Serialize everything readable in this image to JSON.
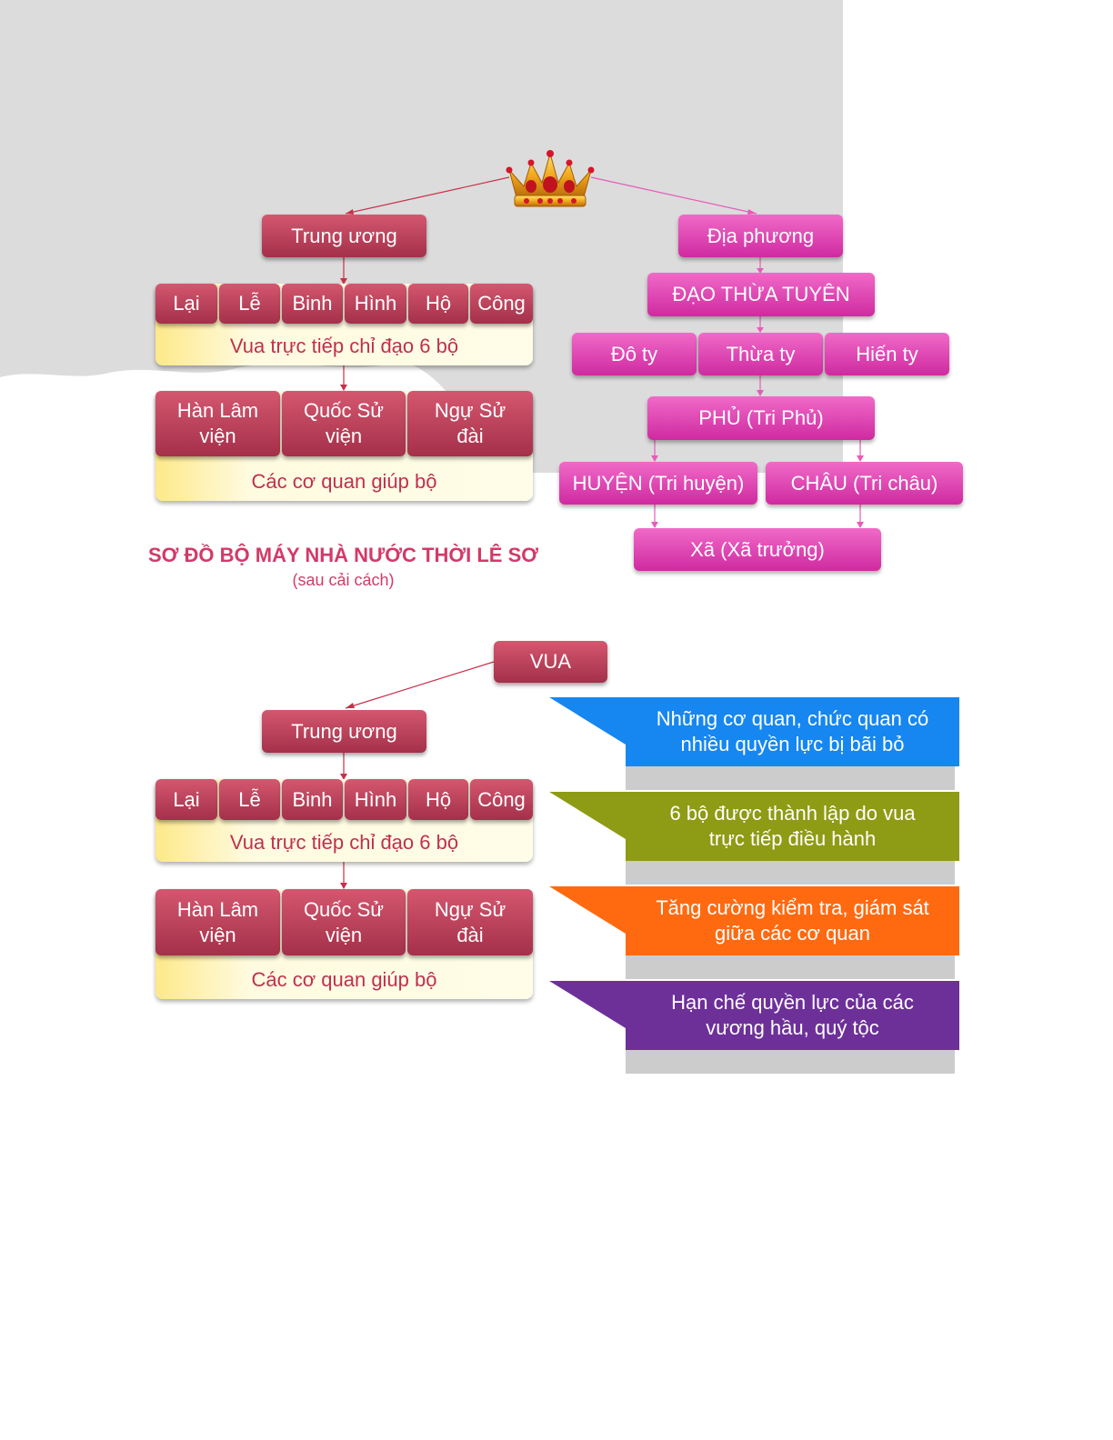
{
  "top_diagram": {
    "central": "Trung ương",
    "local": "Địa phương",
    "ministries": [
      "Lại",
      "Lễ",
      "Binh",
      "Hình",
      "Hộ",
      "Công"
    ],
    "ministries_note": "Vua trực tiếp chỉ đạo 6 bộ",
    "agencies": [
      "Hàn Lâm viện",
      "Quốc Sử viện",
      "Ngự Sử đài"
    ],
    "agencies_note": "Các cơ quan giúp bộ",
    "dao": "ĐẠO THỪA TUYÊN",
    "dao_offices": [
      "Đô ty",
      "Thừa ty",
      "Hiến ty"
    ],
    "phu": "PHỦ (Tri Phủ)",
    "huyen": "HUYỆN (Tri huyện)",
    "chau": "CHÂU (Tri châu)",
    "xa": "Xã (Xã trưởng)",
    "title": "SƠ ĐỒ BỘ MÁY NHÀ NƯỚC THỜI LÊ SƠ",
    "subtitle": "(sau cải cách)"
  },
  "bottom_diagram": {
    "king": "VUA",
    "central": "Trung ương",
    "ministries": [
      "Lại",
      "Lễ",
      "Binh",
      "Hình",
      "Hộ",
      "Công"
    ],
    "ministries_note": "Vua trực tiếp chỉ đạo 6 bộ",
    "agencies": [
      "Hàn Lâm viện",
      "Quốc Sử viện",
      "Ngự Sử đài"
    ],
    "agencies_note": "Các cơ quan giúp bộ",
    "callouts": [
      {
        "text": "Những cơ quan, chức quan có nhiều quyền lực bị bãi bỏ",
        "color": "#1687f0"
      },
      {
        "text": "6 bộ được thành lập do vua trực tiếp điều hành",
        "color": "#8e9b14"
      },
      {
        "text": "Tăng cường kiểm tra, giám sát giữa các cơ quan",
        "color": "#ff6a10"
      },
      {
        "text": "Hạn chế quyền lực của các vương hầu, quý tộc",
        "color": "#6d3099"
      }
    ]
  },
  "colors": {
    "crimson_box": "#b83c56",
    "magenta_box": "#e04bb6",
    "title_pink": "#d23a68",
    "panel_gray": "#dcdcdc"
  },
  "icons": {
    "crown": "crown-icon"
  }
}
